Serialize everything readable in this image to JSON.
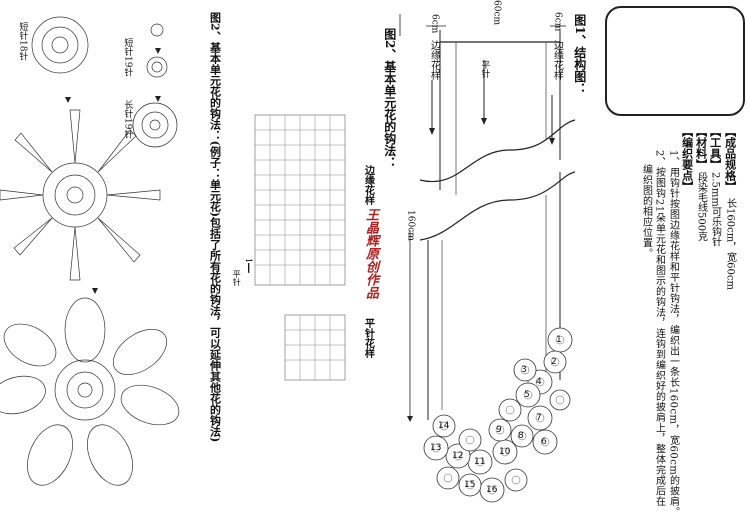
{
  "spec": {
    "title": "【成品规格】",
    "size": "长160cm，宽60cm",
    "tools_title": "【工具】",
    "tools": "2.5mm可乐钩针",
    "materials_title": "【材料】",
    "materials": "段染毛线500克",
    "steps_title": "【编织要点】",
    "step1": "1、用钩针按图边缘花样和平针钩法，编织出一条长160cm，宽60cm的披肩。",
    "step2": "2、按图钩21朵单元花和图示的钩法，连钩到编织好的披肩上，整体完成后在",
    "step3": "编织图的相应位置。"
  },
  "fig1": {
    "title": "图1、结构图：",
    "edge_label_a": "边缘花样",
    "edge_label_b": "边缘花样",
    "center_label": "平针",
    "dim_6cm_a": "6cm",
    "dim_6cm_b": "6cm",
    "dim_60cm": "60cm",
    "dim_160cm": "160cm",
    "flower_numbers": [
      "1",
      "2",
      "3",
      "4",
      "5",
      "6",
      "7",
      "8",
      "9",
      "10",
      "11",
      "12",
      "13",
      "14",
      "15",
      "16"
    ]
  },
  "fig2": {
    "title": "图2、基本单元花的钩法：",
    "edge_pattern": "边缘花样",
    "brand": "王晶辉原创作品",
    "plain_pattern": "平针花样",
    "chain_note": "1━━",
    "stitch_note": "平针"
  },
  "fig2b": {
    "title": "图2、基本单元花的钩法：(例子：单元花)包括了所有花的钩法，可以延伸其他花的钩法)",
    "short_18": "短针18针",
    "short_19": "短针19针",
    "long_19": "长针19针"
  }
}
